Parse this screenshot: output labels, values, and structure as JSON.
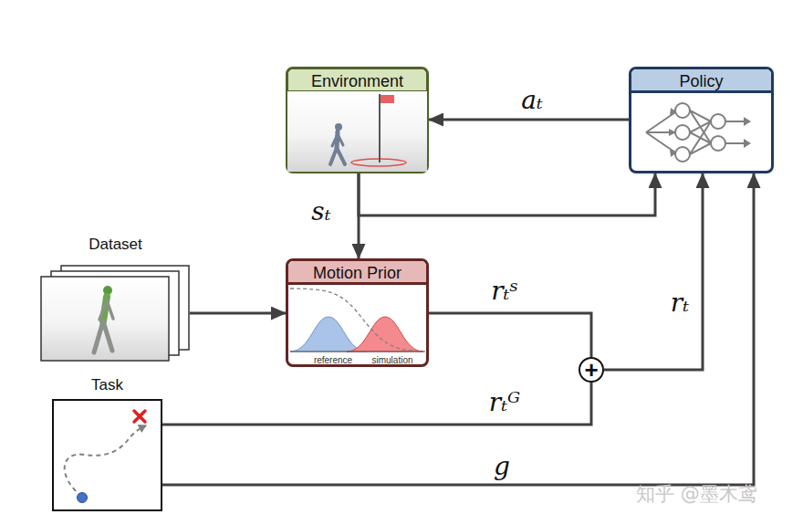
{
  "diagram": {
    "nodes": [
      {
        "text": [
          "Environment"
        ]
      },
      {
        "text": [
          "Policy"
        ]
      },
      {
        "text": [
          "Motion Prior",
          "reference",
          "simulation"
        ]
      },
      {
        "text": [
          "Dataset"
        ]
      },
      {
        "text": [
          "Task"
        ]
      },
      {
        "text": [
          "+"
        ]
      }
    ],
    "edges": [
      {
        "from": 1,
        "to": 0,
        "label": "aₜ",
        "arrow": "to"
      },
      {
        "from": 0,
        "to": 2,
        "label": "sₜ",
        "arrow": "to"
      },
      {
        "from": 0,
        "to": 1,
        "arrow": "to"
      },
      {
        "from": 3,
        "to": 2,
        "arrow": "to"
      },
      {
        "from": 2,
        "to": 5,
        "label": "rₜˢ",
        "arrow": "none"
      },
      {
        "from": 4,
        "to": 5,
        "label": "rₜᴳ",
        "arrow": "none"
      },
      {
        "from": 5,
        "to": 1,
        "label": "rₜ",
        "arrow": "to"
      },
      {
        "from": 4,
        "to": 1,
        "label": "g",
        "arrow": "to"
      }
    ],
    "labels": [
      "知乎 @墨木鸢"
    ]
  }
}
